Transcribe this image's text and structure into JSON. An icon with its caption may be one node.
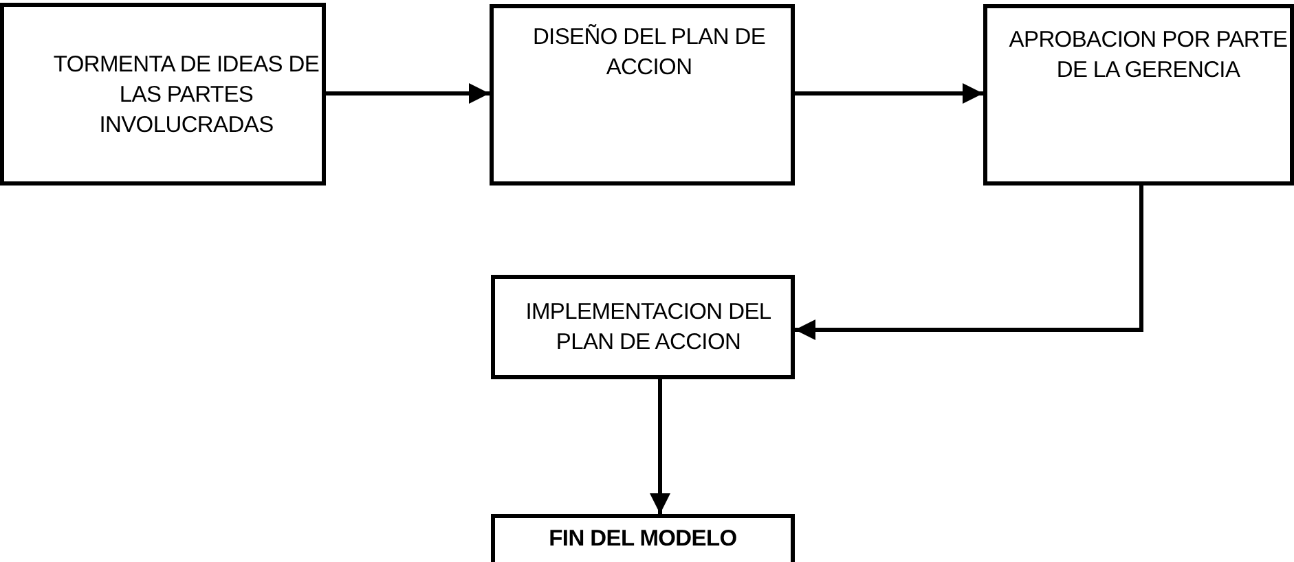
{
  "diagram": {
    "nodes": [
      {
        "text": [
          "TORMENTA DE IDEAS DE LAS PARTES INVOLUCRADAS"
        ]
      },
      {
        "text": [
          "DISEÑO DEL PLAN DE ACCION"
        ]
      },
      {
        "text": [
          "APROBACION POR PARTE DE LA GERENCIA"
        ]
      },
      {
        "text": [
          "IMPLEMENTACION DEL PLAN DE ACCION"
        ]
      },
      {
        "text": [
          "FIN DEL MODELO"
        ]
      }
    ],
    "edges": [
      {
        "from": 0,
        "to": 1,
        "arrow": "to"
      },
      {
        "from": 1,
        "to": 2,
        "arrow": "to"
      },
      {
        "from": 2,
        "to": 3,
        "arrow": "to"
      },
      {
        "from": 3,
        "to": 4,
        "arrow": "to"
      }
    ]
  }
}
